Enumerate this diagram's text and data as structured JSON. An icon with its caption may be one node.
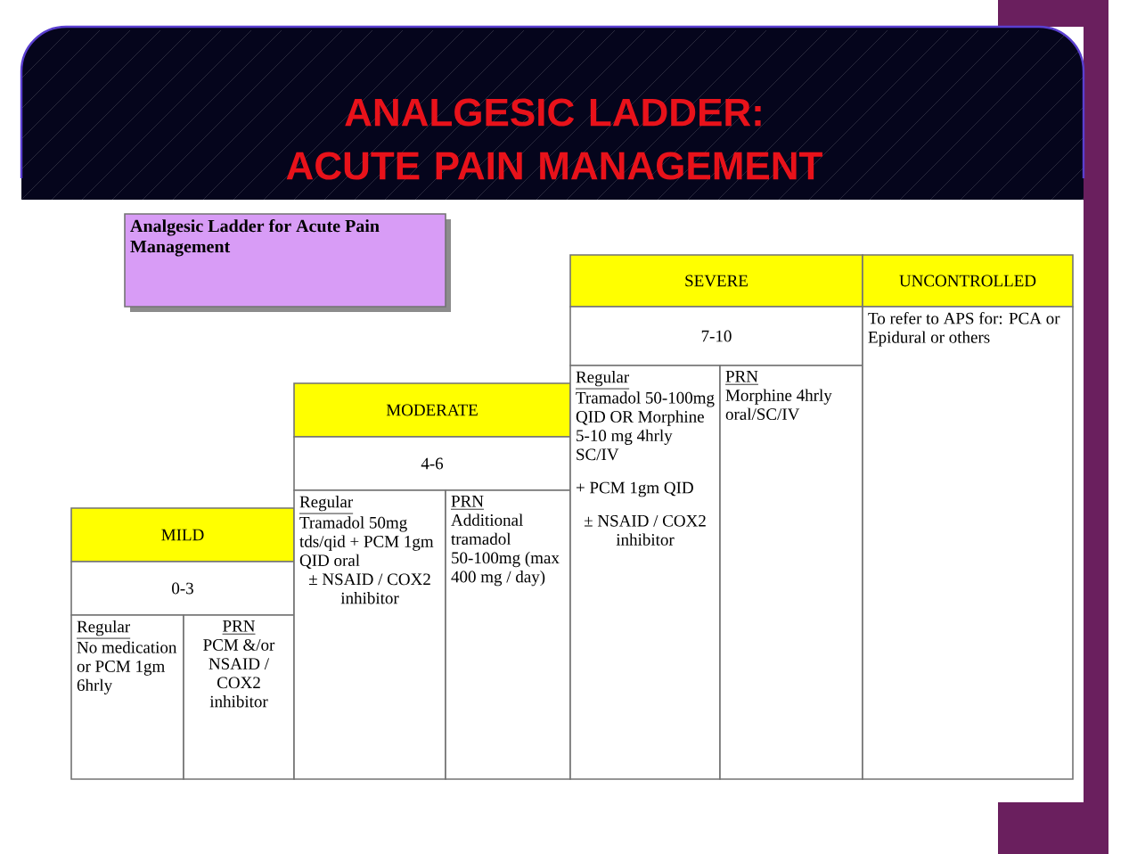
{
  "diagram": {
    "title": "ANALGESIC LADDER: ACUTE PAIN MANAGEMENT",
    "nodes": [
      {
        "text": [
          "Analgesic Ladder for Acute Pain Management"
        ]
      },
      {
        "text": [
          "MILD"
        ]
      },
      {
        "text": [
          "0-3"
        ]
      },
      {
        "text": [
          "Regular",
          "No medication or PCM 1gm 6hrly"
        ]
      },
      {
        "text": [
          "PRN",
          "PCM &/or NSAID / COX2 inhibitor"
        ]
      },
      {
        "text": [
          "MODERATE"
        ]
      },
      {
        "text": [
          "4-6"
        ]
      },
      {
        "text": [
          "Regular",
          "Tramadol 50mg tds/qid + PCM 1gm QID oral",
          "± NSAID / COX2 inhibitor"
        ]
      },
      {
        "text": [
          "PRN",
          "Additional tramadol 50-100mg (max 400 mg / day)"
        ]
      },
      {
        "text": [
          "SEVERE"
        ]
      },
      {
        "text": [
          "7-10"
        ]
      },
      {
        "text": [
          "Regular",
          "Tramadol 50-100mg QID OR Morphine 5-10 mg 4hrly SC/IV",
          "+ PCM 1gm QID",
          "± NSAID / COX2 inhibitor"
        ]
      },
      {
        "text": [
          "PRN",
          "Morphine 4hrly oral/SC/IV"
        ]
      },
      {
        "text": [
          "UNCONTROLLED"
        ]
      },
      {
        "text": [
          "To refer to APS for: PCA or Epidural or others"
        ]
      }
    ]
  }
}
